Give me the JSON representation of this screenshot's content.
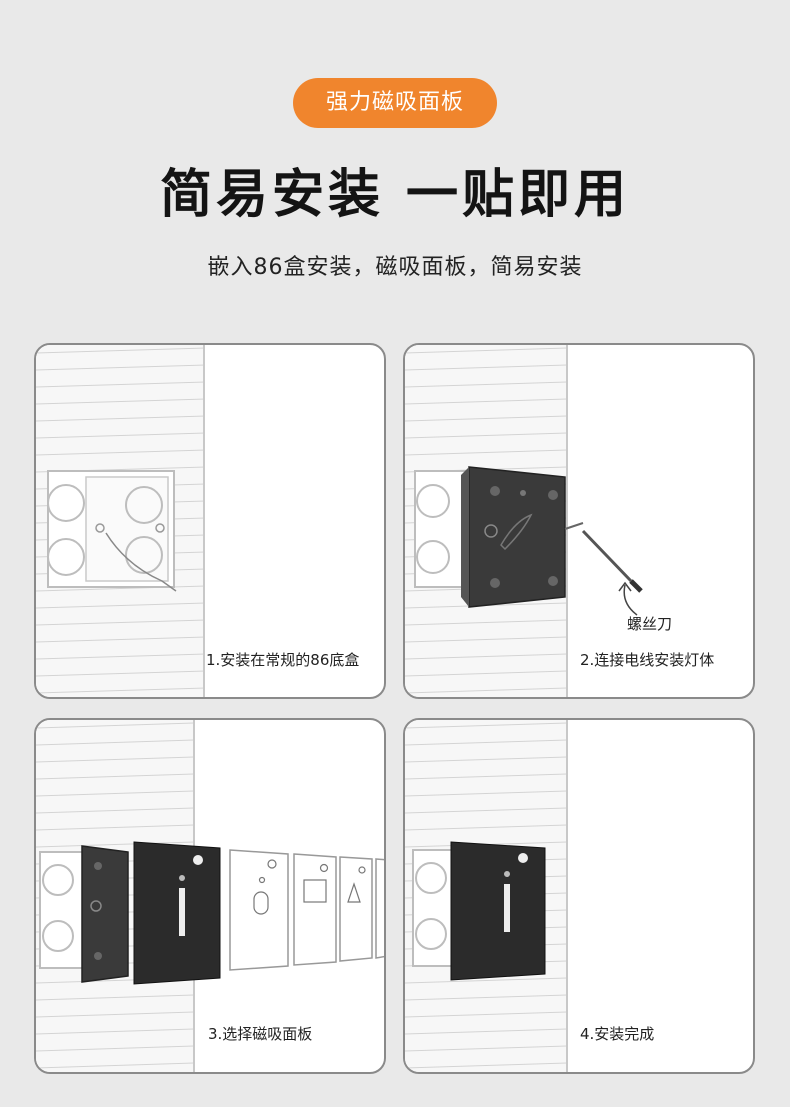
{
  "header": {
    "badge": "强力磁吸面板",
    "headline": "简易安装 一贴即用",
    "subline": "嵌入86盒安装，磁吸面板，简易安装"
  },
  "steps": [
    {
      "caption": "1.安装在常规的86底盒"
    },
    {
      "caption": "2.连接电线安装灯体",
      "tool_label": "螺丝刀"
    },
    {
      "caption": "3.选择磁吸面板"
    },
    {
      "caption": "4.安装完成"
    }
  ],
  "colors": {
    "accent": "#f0852d",
    "background": "#e9e9e9",
    "panel_dark": "#2b2b2b"
  }
}
